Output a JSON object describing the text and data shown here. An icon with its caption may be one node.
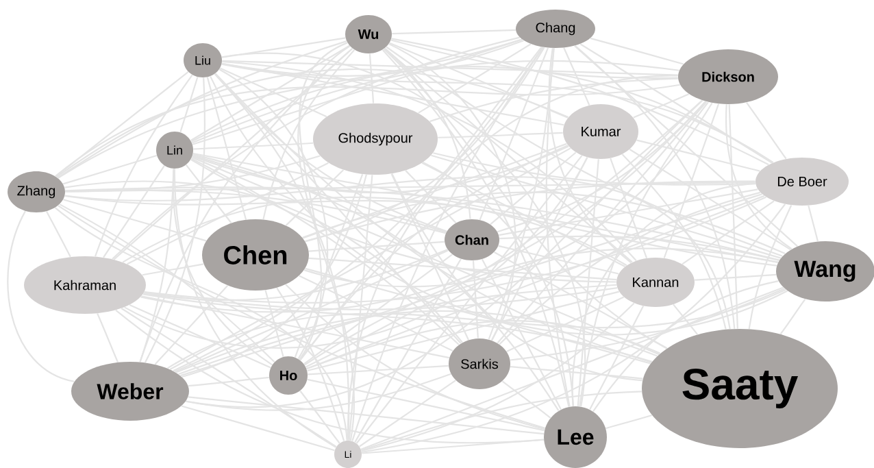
{
  "diagram": {
    "nodes": [
      {
        "text": [
          "Chang"
        ]
      },
      {
        "text": [
          "Wu"
        ]
      },
      {
        "text": [
          "Liu"
        ]
      },
      {
        "text": [
          "Dickson"
        ]
      },
      {
        "text": [
          "Kumar"
        ]
      },
      {
        "text": [
          "Ghodsypour"
        ]
      },
      {
        "text": [
          "Lin"
        ]
      },
      {
        "text": [
          "De Boer"
        ]
      },
      {
        "text": [
          "Zhang"
        ]
      },
      {
        "text": [
          "Chan"
        ]
      },
      {
        "text": [
          "Chen"
        ]
      },
      {
        "text": [
          "Wang"
        ]
      },
      {
        "text": [
          "Kahraman"
        ]
      },
      {
        "text": [
          "Kannan"
        ]
      },
      {
        "text": [
          "Sarkis"
        ]
      },
      {
        "text": [
          "Saaty"
        ]
      },
      {
        "text": [
          "Ho"
        ]
      },
      {
        "text": [
          "Weber"
        ]
      },
      {
        "text": [
          "Lee"
        ]
      },
      {
        "text": [
          "Li"
        ]
      }
    ],
    "edges": [
      {
        "from": 0,
        "to": 1,
        "arrow": "none"
      },
      {
        "from": 0,
        "to": 2,
        "arrow": "none"
      },
      {
        "from": 0,
        "to": 3,
        "arrow": "none"
      },
      {
        "from": 0,
        "to": 4,
        "arrow": "none"
      },
      {
        "from": 0,
        "to": 5,
        "arrow": "none"
      },
      {
        "from": 0,
        "to": 6,
        "arrow": "none"
      },
      {
        "from": 0,
        "to": 7,
        "arrow": "none"
      },
      {
        "from": 0,
        "to": 8,
        "arrow": "none"
      },
      {
        "from": 0,
        "to": 9,
        "arrow": "none"
      },
      {
        "from": 0,
        "to": 10,
        "arrow": "none"
      },
      {
        "from": 0,
        "to": 11,
        "arrow": "none"
      },
      {
        "from": 0,
        "to": 12,
        "arrow": "none"
      },
      {
        "from": 0,
        "to": 13,
        "arrow": "none"
      },
      {
        "from": 0,
        "to": 14,
        "arrow": "none"
      },
      {
        "from": 0,
        "to": 15,
        "arrow": "none"
      },
      {
        "from": 0,
        "to": 16,
        "arrow": "none"
      },
      {
        "from": 0,
        "to": 17,
        "arrow": "none"
      },
      {
        "from": 0,
        "to": 18,
        "arrow": "none"
      },
      {
        "from": 0,
        "to": 19,
        "arrow": "none"
      },
      {
        "from": 1,
        "to": 2,
        "arrow": "none"
      },
      {
        "from": 1,
        "to": 3,
        "arrow": "none"
      },
      {
        "from": 1,
        "to": 4,
        "arrow": "none"
      },
      {
        "from": 1,
        "to": 5,
        "arrow": "none"
      },
      {
        "from": 1,
        "to": 6,
        "arrow": "none"
      },
      {
        "from": 1,
        "to": 7,
        "arrow": "none"
      },
      {
        "from": 1,
        "to": 8,
        "arrow": "none"
      },
      {
        "from": 1,
        "to": 9,
        "arrow": "none"
      },
      {
        "from": 1,
        "to": 10,
        "arrow": "none"
      },
      {
        "from": 1,
        "to": 11,
        "arrow": "none"
      },
      {
        "from": 1,
        "to": 12,
        "arrow": "none"
      },
      {
        "from": 1,
        "to": 13,
        "arrow": "none"
      },
      {
        "from": 1,
        "to": 14,
        "arrow": "none"
      },
      {
        "from": 1,
        "to": 15,
        "arrow": "none"
      },
      {
        "from": 1,
        "to": 16,
        "arrow": "none"
      },
      {
        "from": 1,
        "to": 17,
        "arrow": "none"
      },
      {
        "from": 1,
        "to": 18,
        "arrow": "none"
      },
      {
        "from": 1,
        "to": 19,
        "arrow": "none"
      },
      {
        "from": 2,
        "to": 3,
        "arrow": "none"
      },
      {
        "from": 2,
        "to": 4,
        "arrow": "none"
      },
      {
        "from": 2,
        "to": 5,
        "arrow": "none"
      },
      {
        "from": 2,
        "to": 6,
        "arrow": "none"
      },
      {
        "from": 2,
        "to": 7,
        "arrow": "none"
      },
      {
        "from": 2,
        "to": 8,
        "arrow": "none"
      },
      {
        "from": 2,
        "to": 9,
        "arrow": "none"
      },
      {
        "from": 2,
        "to": 10,
        "arrow": "none"
      },
      {
        "from": 2,
        "to": 11,
        "arrow": "none"
      },
      {
        "from": 2,
        "to": 12,
        "arrow": "none"
      },
      {
        "from": 2,
        "to": 13,
        "arrow": "none"
      },
      {
        "from": 2,
        "to": 14,
        "arrow": "none"
      },
      {
        "from": 2,
        "to": 15,
        "arrow": "none"
      },
      {
        "from": 2,
        "to": 16,
        "arrow": "none"
      },
      {
        "from": 2,
        "to": 17,
        "arrow": "none"
      },
      {
        "from": 2,
        "to": 18,
        "arrow": "none"
      },
      {
        "from": 2,
        "to": 19,
        "arrow": "none"
      },
      {
        "from": 3,
        "to": 4,
        "arrow": "none"
      },
      {
        "from": 3,
        "to": 5,
        "arrow": "none"
      },
      {
        "from": 3,
        "to": 6,
        "arrow": "none"
      },
      {
        "from": 3,
        "to": 7,
        "arrow": "none"
      },
      {
        "from": 3,
        "to": 8,
        "arrow": "none"
      },
      {
        "from": 3,
        "to": 9,
        "arrow": "none"
      },
      {
        "from": 3,
        "to": 10,
        "arrow": "none"
      },
      {
        "from": 3,
        "to": 11,
        "arrow": "none"
      },
      {
        "from": 3,
        "to": 12,
        "arrow": "none"
      },
      {
        "from": 3,
        "to": 13,
        "arrow": "none"
      },
      {
        "from": 3,
        "to": 14,
        "arrow": "none"
      },
      {
        "from": 3,
        "to": 15,
        "arrow": "none"
      },
      {
        "from": 3,
        "to": 16,
        "arrow": "none"
      },
      {
        "from": 3,
        "to": 17,
        "arrow": "none"
      },
      {
        "from": 3,
        "to": 18,
        "arrow": "none"
      },
      {
        "from": 3,
        "to": 19,
        "arrow": "none"
      },
      {
        "from": 4,
        "to": 5,
        "arrow": "none"
      },
      {
        "from": 4,
        "to": 6,
        "arrow": "none"
      },
      {
        "from": 4,
        "to": 7,
        "arrow": "none"
      },
      {
        "from": 4,
        "to": 8,
        "arrow": "none"
      },
      {
        "from": 4,
        "to": 9,
        "arrow": "none"
      },
      {
        "from": 4,
        "to": 10,
        "arrow": "none"
      },
      {
        "from": 4,
        "to": 11,
        "arrow": "none"
      },
      {
        "from": 4,
        "to": 12,
        "arrow": "none"
      },
      {
        "from": 4,
        "to": 13,
        "arrow": "none"
      },
      {
        "from": 4,
        "to": 14,
        "arrow": "none"
      },
      {
        "from": 4,
        "to": 15,
        "arrow": "none"
      },
      {
        "from": 4,
        "to": 16,
        "arrow": "none"
      },
      {
        "from": 4,
        "to": 17,
        "arrow": "none"
      },
      {
        "from": 4,
        "to": 18,
        "arrow": "none"
      },
      {
        "from": 4,
        "to": 19,
        "arrow": "none"
      },
      {
        "from": 5,
        "to": 6,
        "arrow": "none"
      },
      {
        "from": 5,
        "to": 7,
        "arrow": "none"
      },
      {
        "from": 5,
        "to": 8,
        "arrow": "none"
      },
      {
        "from": 5,
        "to": 9,
        "arrow": "none"
      },
      {
        "from": 5,
        "to": 10,
        "arrow": "none"
      },
      {
        "from": 5,
        "to": 11,
        "arrow": "none"
      },
      {
        "from": 5,
        "to": 12,
        "arrow": "none"
      },
      {
        "from": 5,
        "to": 13,
        "arrow": "none"
      },
      {
        "from": 5,
        "to": 14,
        "arrow": "none"
      },
      {
        "from": 5,
        "to": 15,
        "arrow": "none"
      },
      {
        "from": 5,
        "to": 16,
        "arrow": "none"
      },
      {
        "from": 5,
        "to": 17,
        "arrow": "none"
      },
      {
        "from": 5,
        "to": 18,
        "arrow": "none"
      },
      {
        "from": 5,
        "to": 19,
        "arrow": "none"
      },
      {
        "from": 6,
        "to": 7,
        "arrow": "none"
      },
      {
        "from": 6,
        "to": 8,
        "arrow": "none"
      },
      {
        "from": 6,
        "to": 9,
        "arrow": "none"
      },
      {
        "from": 6,
        "to": 10,
        "arrow": "none"
      },
      {
        "from": 6,
        "to": 11,
        "arrow": "none"
      },
      {
        "from": 6,
        "to": 12,
        "arrow": "none"
      },
      {
        "from": 6,
        "to": 13,
        "arrow": "none"
      },
      {
        "from": 6,
        "to": 14,
        "arrow": "none"
      },
      {
        "from": 6,
        "to": 15,
        "arrow": "none"
      },
      {
        "from": 6,
        "to": 16,
        "arrow": "none"
      },
      {
        "from": 6,
        "to": 17,
        "arrow": "none"
      },
      {
        "from": 6,
        "to": 18,
        "arrow": "none"
      },
      {
        "from": 6,
        "to": 19,
        "arrow": "none"
      },
      {
        "from": 7,
        "to": 8,
        "arrow": "none"
      },
      {
        "from": 7,
        "to": 9,
        "arrow": "none"
      },
      {
        "from": 7,
        "to": 10,
        "arrow": "none"
      },
      {
        "from": 7,
        "to": 11,
        "arrow": "none"
      },
      {
        "from": 7,
        "to": 12,
        "arrow": "none"
      },
      {
        "from": 7,
        "to": 13,
        "arrow": "none"
      },
      {
        "from": 7,
        "to": 14,
        "arrow": "none"
      },
      {
        "from": 7,
        "to": 15,
        "arrow": "none"
      },
      {
        "from": 7,
        "to": 16,
        "arrow": "none"
      },
      {
        "from": 7,
        "to": 17,
        "arrow": "none"
      },
      {
        "from": 7,
        "to": 18,
        "arrow": "none"
      },
      {
        "from": 7,
        "to": 19,
        "arrow": "none"
      },
      {
        "from": 8,
        "to": 9,
        "arrow": "none"
      },
      {
        "from": 8,
        "to": 10,
        "arrow": "none"
      },
      {
        "from": 8,
        "to": 11,
        "arrow": "none"
      },
      {
        "from": 8,
        "to": 12,
        "arrow": "none"
      },
      {
        "from": 8,
        "to": 13,
        "arrow": "none"
      },
      {
        "from": 8,
        "to": 14,
        "arrow": "none"
      },
      {
        "from": 8,
        "to": 15,
        "arrow": "none"
      },
      {
        "from": 8,
        "to": 16,
        "arrow": "none"
      },
      {
        "from": 8,
        "to": 17,
        "arrow": "none"
      },
      {
        "from": 8,
        "to": 18,
        "arrow": "none"
      },
      {
        "from": 8,
        "to": 19,
        "arrow": "none"
      },
      {
        "from": 9,
        "to": 10,
        "arrow": "none"
      },
      {
        "from": 9,
        "to": 11,
        "arrow": "none"
      },
      {
        "from": 9,
        "to": 12,
        "arrow": "none"
      },
      {
        "from": 9,
        "to": 13,
        "arrow": "none"
      },
      {
        "from": 9,
        "to": 14,
        "arrow": "none"
      },
      {
        "from": 9,
        "to": 15,
        "arrow": "none"
      },
      {
        "from": 9,
        "to": 16,
        "arrow": "none"
      },
      {
        "from": 9,
        "to": 17,
        "arrow": "none"
      },
      {
        "from": 9,
        "to": 18,
        "arrow": "none"
      },
      {
        "from": 9,
        "to": 19,
        "arrow": "none"
      },
      {
        "from": 10,
        "to": 11,
        "arrow": "none"
      },
      {
        "from": 10,
        "to": 12,
        "arrow": "none"
      },
      {
        "from": 10,
        "to": 13,
        "arrow": "none"
      },
      {
        "from": 10,
        "to": 14,
        "arrow": "none"
      },
      {
        "from": 10,
        "to": 15,
        "arrow": "none"
      },
      {
        "from": 10,
        "to": 16,
        "arrow": "none"
      },
      {
        "from": 10,
        "to": 17,
        "arrow": "none"
      },
      {
        "from": 10,
        "to": 18,
        "arrow": "none"
      },
      {
        "from": 10,
        "to": 19,
        "arrow": "none"
      },
      {
        "from": 11,
        "to": 12,
        "arrow": "none"
      },
      {
        "from": 11,
        "to": 13,
        "arrow": "none"
      },
      {
        "from": 11,
        "to": 14,
        "arrow": "none"
      },
      {
        "from": 11,
        "to": 15,
        "arrow": "none"
      },
      {
        "from": 11,
        "to": 16,
        "arrow": "none"
      },
      {
        "from": 11,
        "to": 17,
        "arrow": "none"
      },
      {
        "from": 11,
        "to": 18,
        "arrow": "none"
      },
      {
        "from": 11,
        "to": 19,
        "arrow": "none"
      },
      {
        "from": 12,
        "to": 13,
        "arrow": "none"
      },
      {
        "from": 12,
        "to": 14,
        "arrow": "none"
      },
      {
        "from": 12,
        "to": 15,
        "arrow": "none"
      },
      {
        "from": 12,
        "to": 16,
        "arrow": "none"
      },
      {
        "from": 12,
        "to": 17,
        "arrow": "none"
      },
      {
        "from": 12,
        "to": 18,
        "arrow": "none"
      },
      {
        "from": 12,
        "to": 19,
        "arrow": "none"
      },
      {
        "from": 13,
        "to": 14,
        "arrow": "none"
      },
      {
        "from": 13,
        "to": 15,
        "arrow": "none"
      },
      {
        "from": 13,
        "to": 16,
        "arrow": "none"
      },
      {
        "from": 13,
        "to": 17,
        "arrow": "none"
      },
      {
        "from": 13,
        "to": 18,
        "arrow": "none"
      },
      {
        "from": 13,
        "to": 19,
        "arrow": "none"
      },
      {
        "from": 14,
        "to": 15,
        "arrow": "none"
      },
      {
        "from": 14,
        "to": 16,
        "arrow": "none"
      },
      {
        "from": 14,
        "to": 17,
        "arrow": "none"
      },
      {
        "from": 14,
        "to": 18,
        "arrow": "none"
      },
      {
        "from": 14,
        "to": 19,
        "arrow": "none"
      },
      {
        "from": 15,
        "to": 16,
        "arrow": "none"
      },
      {
        "from": 15,
        "to": 17,
        "arrow": "none"
      },
      {
        "from": 15,
        "to": 18,
        "arrow": "none"
      },
      {
        "from": 15,
        "to": 19,
        "arrow": "none"
      },
      {
        "from": 16,
        "to": 17,
        "arrow": "none"
      },
      {
        "from": 16,
        "to": 18,
        "arrow": "none"
      },
      {
        "from": 16,
        "to": 19,
        "arrow": "none"
      },
      {
        "from": 17,
        "to": 18,
        "arrow": "none"
      },
      {
        "from": 17,
        "to": 19,
        "arrow": "none"
      },
      {
        "from": 18,
        "to": 19,
        "arrow": "none"
      }
    ]
  }
}
